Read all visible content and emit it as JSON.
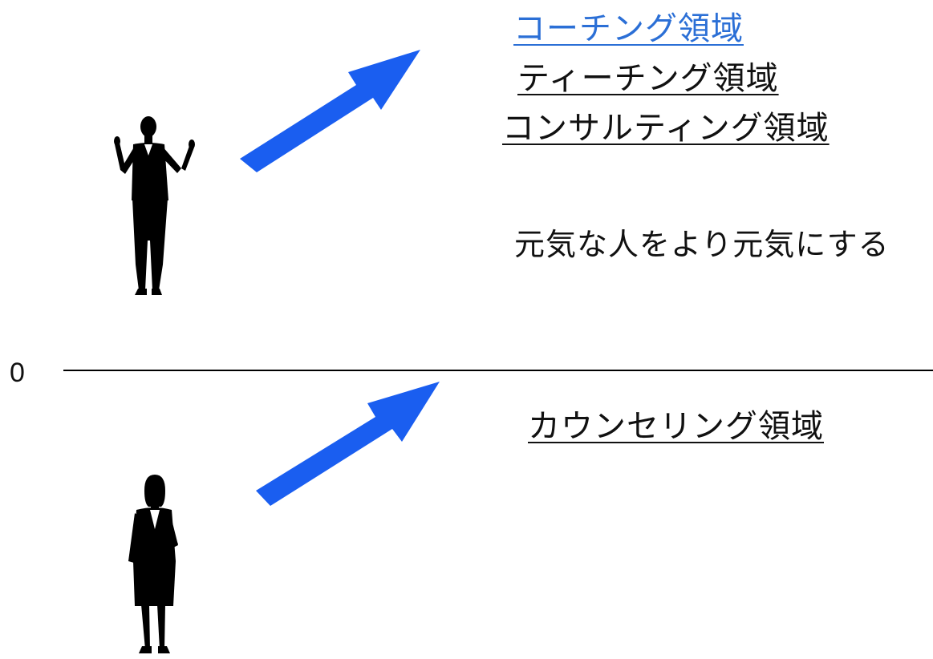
{
  "colors": {
    "arrow": "#1a5ef0",
    "link_text": "#2b6fd6",
    "text": "#111111",
    "baseline": "#000000",
    "silhouette": "#000000"
  },
  "domains_upper": [
    {
      "label": "コーチング領域",
      "style": "link"
    },
    {
      "label": "ティーチング領域",
      "style": "plain"
    },
    {
      "label": "コンサルティング領域",
      "style": "plain"
    }
  ],
  "caption": "元気な人をより元気にする",
  "zero_label": "0",
  "domain_lower": {
    "label": "カウンセリング領域"
  },
  "icons": {
    "upper_figure": "confident-person-silhouette-icon",
    "lower_figure": "thoughtful-person-silhouette-icon",
    "upper_arrow": "arrow-up-right-icon",
    "lower_arrow": "arrow-up-right-icon"
  }
}
